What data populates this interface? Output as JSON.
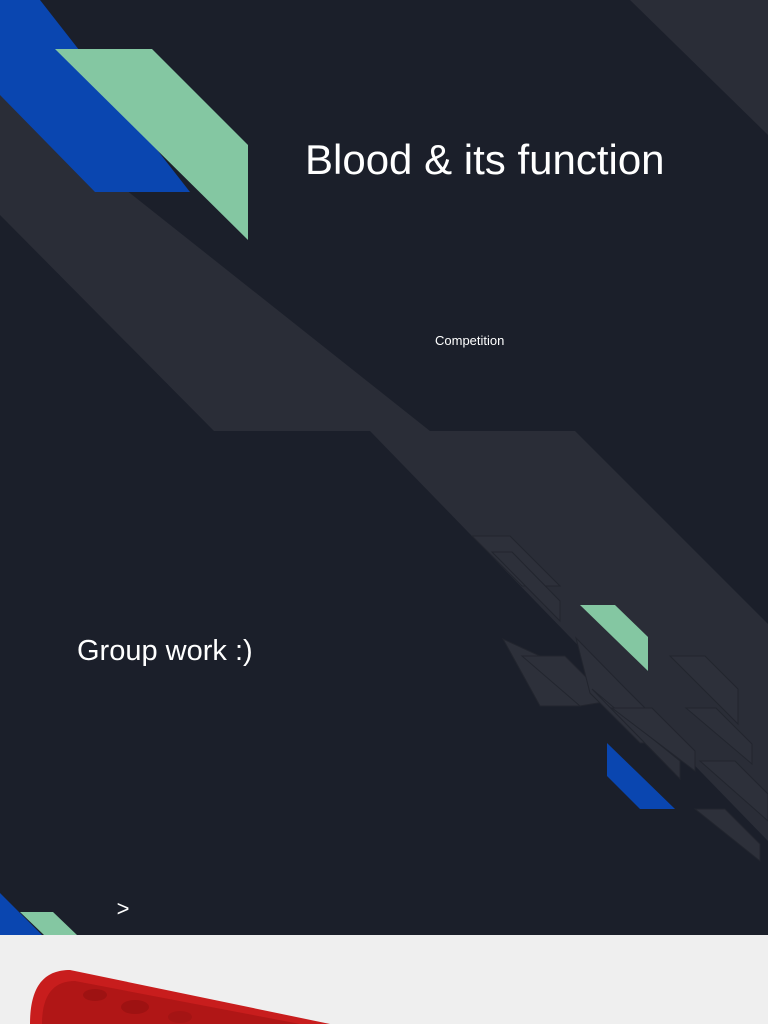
{
  "slides": [
    {
      "title": "Blood & its function",
      "subtitle": "Competition"
    },
    {
      "heading": "Group work :)",
      "next_label": ">"
    }
  ],
  "colors": {
    "slide_bg": "#1b1f2a",
    "band_gray": "#2a2d37",
    "accent_blue": "#0a46b0",
    "accent_green": "#84c7a2",
    "viewer_bg": "#efefef",
    "blood_red": "#c81d1d"
  },
  "icons": {
    "next": "chevron-right-icon",
    "preview": "blood-vessel-image"
  }
}
